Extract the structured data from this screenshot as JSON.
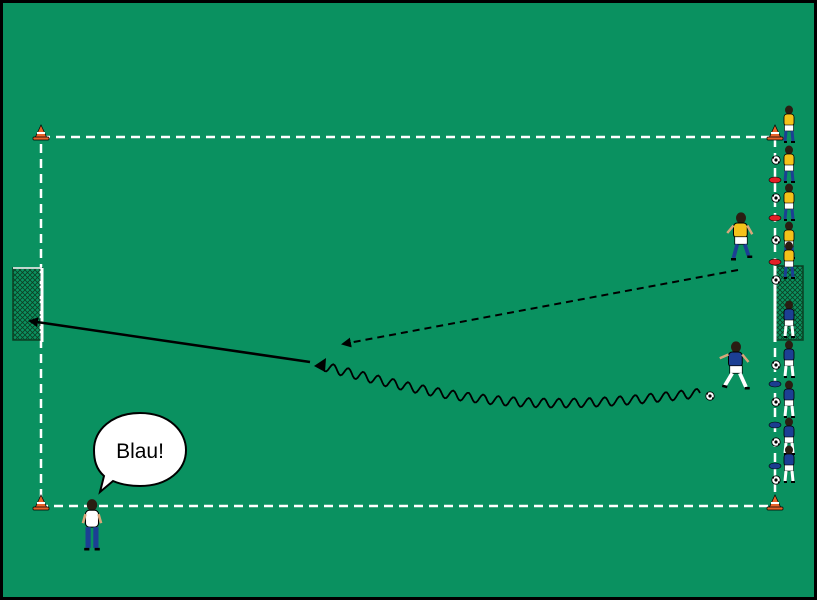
{
  "colors": {
    "pitch": "#0a9160",
    "pitch_border": "#000000",
    "boundary_line": "#ffffff",
    "cone_orange": "#e8632a",
    "disc_red": "#e21f26",
    "disc_blue": "#1b3d8f",
    "team_yellow": "#f4c21a",
    "team_blue": "#1c3f94",
    "coach_shirt": "#ffffff",
    "run_arrow": "#000000"
  },
  "coach": {
    "call": "Blau!",
    "icon": "coach-figure"
  },
  "teams": {
    "yellow": {
      "icon": "player-yellow-icon",
      "queue_size": 5
    },
    "blue": {
      "icon": "player-blue-icon",
      "queue_size": 5
    }
  },
  "goals": {
    "left": "goal-left-icon",
    "right": "goal-right-icon"
  },
  "arrows": {
    "pass_run": "dashed-run-arrow",
    "dribble": "wavy-dribble-line",
    "shot": "shot-arrow"
  }
}
